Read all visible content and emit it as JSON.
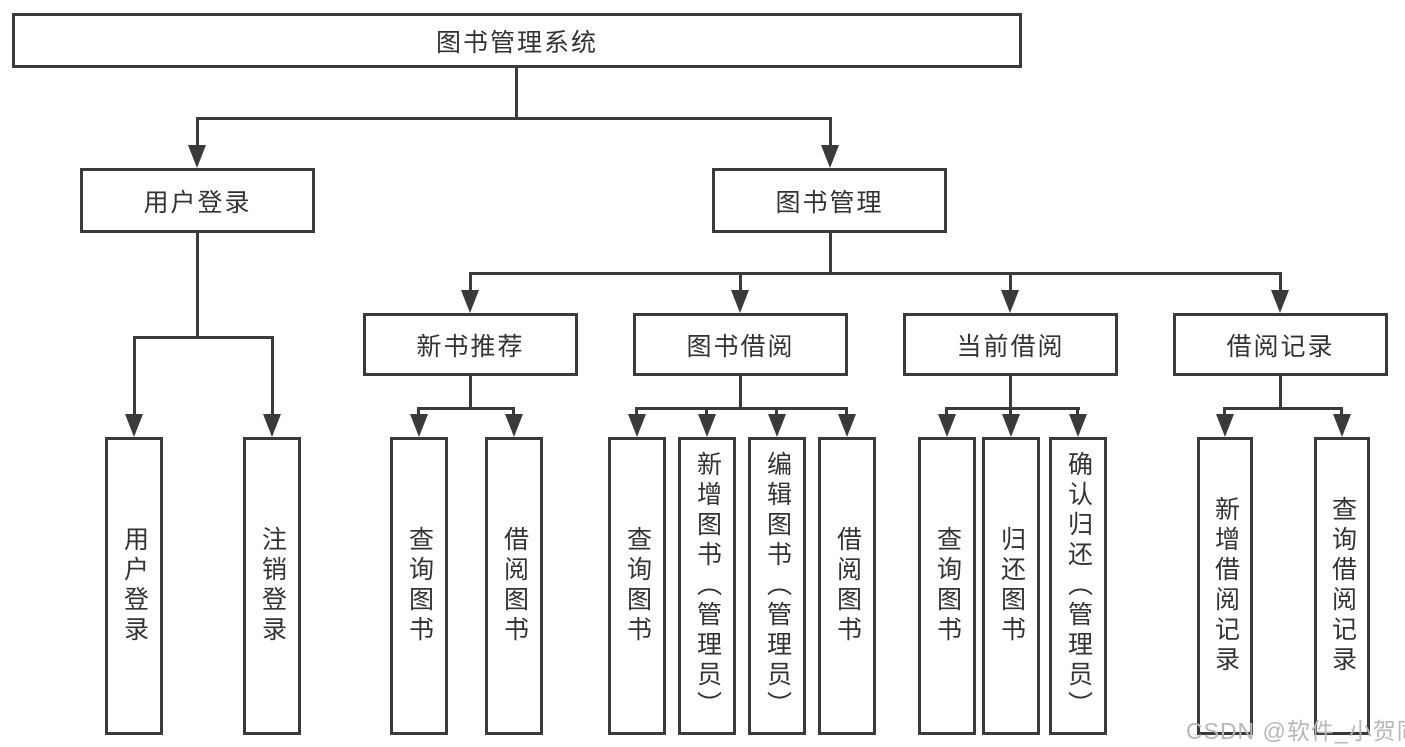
{
  "diagram": {
    "title": "图书管理系统",
    "watermark": "CSDN @软件_小贺同学",
    "colors": {
      "line": "#3a3a3a",
      "text": "#333333",
      "box-bg": "#ffffff",
      "watermark": "#b7b7b7",
      "background": "#ffffff"
    },
    "root": {
      "label": "图书管理系统"
    },
    "branches": [
      {
        "label": "用户登录",
        "children": [
          {
            "label": "用户登录"
          },
          {
            "label": "注销登录"
          }
        ]
      },
      {
        "label": "图书管理",
        "children": [
          {
            "label": "新书推荐",
            "children": [
              {
                "label": "查询图书"
              },
              {
                "label": "借阅图书"
              }
            ]
          },
          {
            "label": "图书借阅",
            "children": [
              {
                "label": "查询图书"
              },
              {
                "label": "新增图书（管理员）"
              },
              {
                "label": "编辑图书（管理员）"
              },
              {
                "label": "借阅图书"
              }
            ]
          },
          {
            "label": "当前借阅",
            "children": [
              {
                "label": "查询图书"
              },
              {
                "label": "归还图书"
              },
              {
                "label": "确认归还（管理员）"
              }
            ]
          },
          {
            "label": "借阅记录",
            "children": [
              {
                "label": "新增借阅记录"
              },
              {
                "label": "查询借阅记录"
              }
            ]
          }
        ]
      }
    ]
  }
}
